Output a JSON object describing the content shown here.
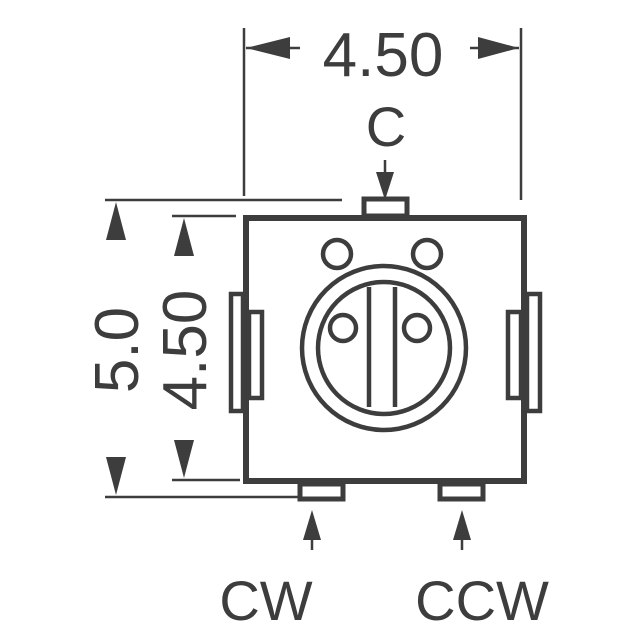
{
  "dimensions": {
    "width_top": "4.50",
    "height_outer": "5.0",
    "height_inner": "4.50"
  },
  "pins": {
    "center": "C",
    "clockwise": "CW",
    "counter_clockwise": "CCW"
  },
  "colors": {
    "line": "#3d3d3d",
    "background": "#ffffff"
  }
}
